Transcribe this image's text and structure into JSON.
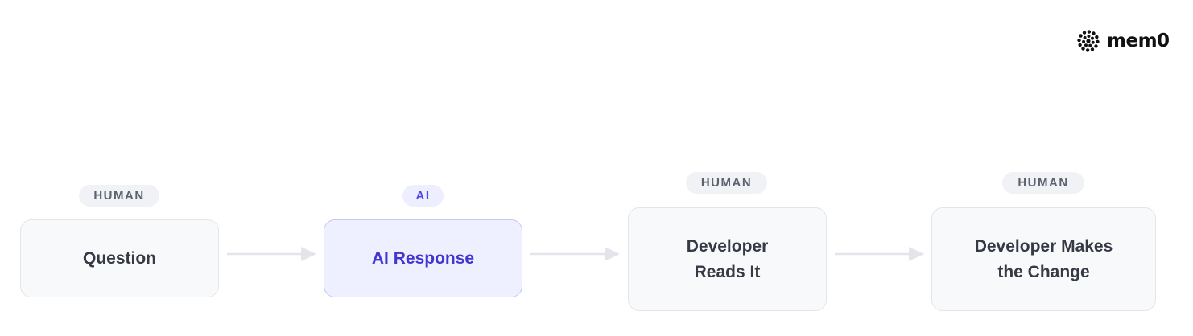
{
  "brand": {
    "logo_text": "mem0",
    "logo_icon": "mem0-dots-icon"
  },
  "colors": {
    "human_badge_bg": "#f1f2f5",
    "human_badge_text": "#5b6270",
    "ai_badge_bg": "#edeefe",
    "ai_badge_text": "#4f46e5",
    "ai_node_bg": "#eeefff",
    "ai_node_border": "#c6c8f4",
    "ai_node_text": "#4336d0",
    "human_node_bg": "#f8f9fb",
    "human_node_text": "#353a45",
    "arrow": "#e3e5ea"
  },
  "flow": [
    {
      "badge": "HUMAN",
      "label": "Question",
      "type": "human"
    },
    {
      "badge": "AI",
      "label": "AI Response",
      "type": "ai"
    },
    {
      "badge": "HUMAN",
      "label": "Developer\nReads It",
      "type": "human"
    },
    {
      "badge": "HUMAN",
      "label": "Developer Makes\nthe Change",
      "type": "human"
    }
  ]
}
